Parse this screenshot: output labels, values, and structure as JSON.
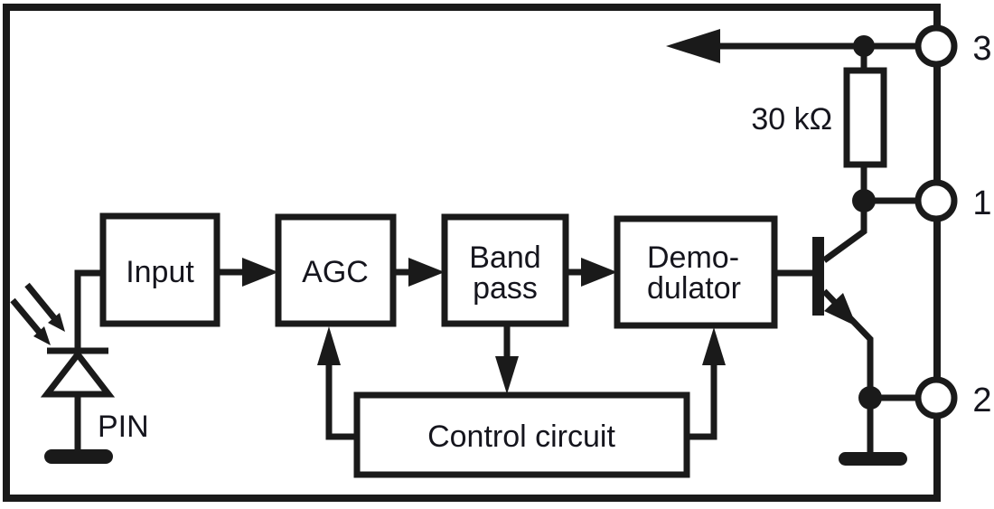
{
  "diagram": {
    "colors": {
      "line": "#1a1a1a",
      "text": "#15151d",
      "background": "#ffffff"
    },
    "blocks": {
      "input": {
        "label": "Input"
      },
      "agc": {
        "label": "AGC"
      },
      "bandpass": {
        "line1": "Band",
        "line2": "pass"
      },
      "demodulator": {
        "line1": "Demo-",
        "line2": "dulator"
      },
      "control": {
        "label": "Control circuit"
      }
    },
    "resistor": {
      "label": "30 kΩ"
    },
    "photodiode": {
      "label": "PIN"
    },
    "pins": [
      {
        "number": "3"
      },
      {
        "number": "1"
      },
      {
        "number": "2"
      }
    ]
  }
}
